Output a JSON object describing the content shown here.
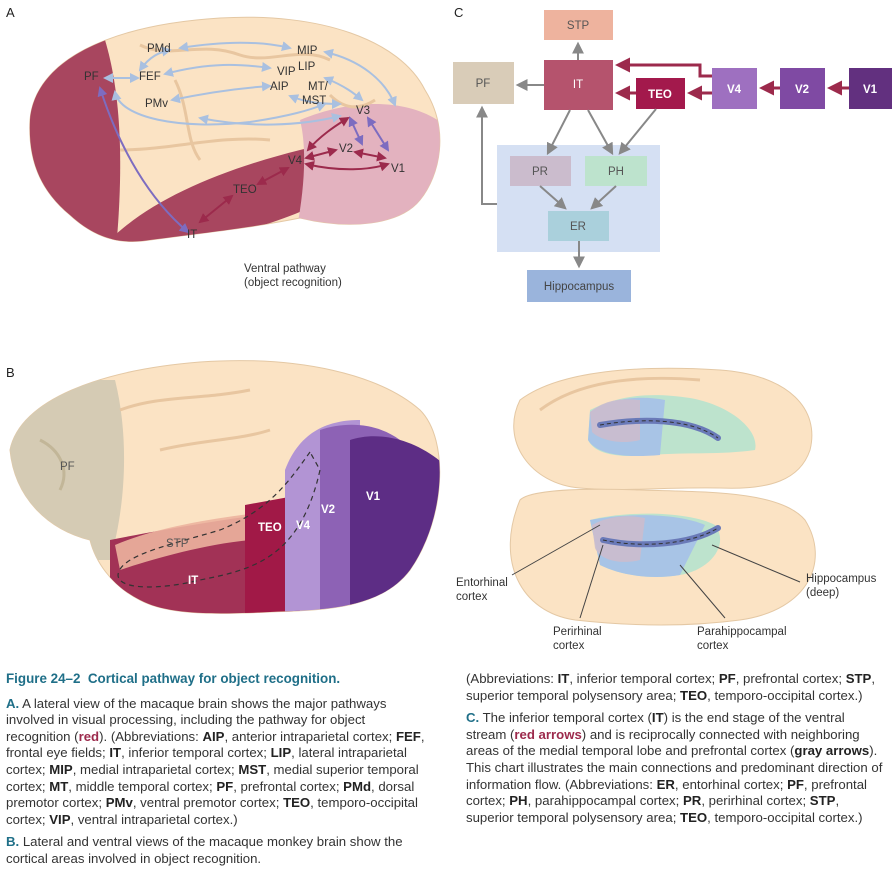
{
  "panels": {
    "a": "A",
    "b": "B",
    "c": "C"
  },
  "panel_a": {
    "labels": {
      "pf": "PF",
      "fef": "FEF",
      "pmd": "PMd",
      "pmv": "PMv",
      "mip": "MIP",
      "vip": "VIP",
      "lip": "LIP",
      "aip": "AIP",
      "mt": "MT/",
      "mst": "MST",
      "v3": "V3",
      "v2": "V2",
      "v4": "V4",
      "v1": "V1",
      "teo": "TEO",
      "it": "IT"
    },
    "ventral_line1": "Ventral pathway",
    "ventral_line2": "(object recognition)"
  },
  "panel_b": {
    "labels": {
      "pf": "PF",
      "stp": "STP",
      "it": "IT",
      "teo": "TEO",
      "v4": "V4",
      "v2": "V2",
      "v1": "V1"
    },
    "ventral_labels": {
      "ento1": "Entorhinal",
      "ento2": "cortex",
      "peri1": "Perirhinal",
      "peri2": "cortex",
      "para1": "Parahippocampal",
      "para2": "cortex",
      "hippo1": "Hippocampus",
      "hippo2": "(deep)"
    }
  },
  "panel_c": {
    "boxes": {
      "stp": "STP",
      "pf": "PF",
      "it": "IT",
      "teo": "TEO",
      "v4": "V4",
      "v2": "V2",
      "v1": "V1",
      "pr": "PR",
      "ph": "PH",
      "er": "ER",
      "hippocampus": "Hippocampus"
    }
  },
  "caption": {
    "figure_label": "Figure 24–2",
    "figure_title": "Cortical pathway for object recognition.",
    "colors": {
      "accent": "#1f6f88",
      "ventral_red": "#9c2a4c",
      "dorsal_blue": "#a9c0e0"
    }
  }
}
